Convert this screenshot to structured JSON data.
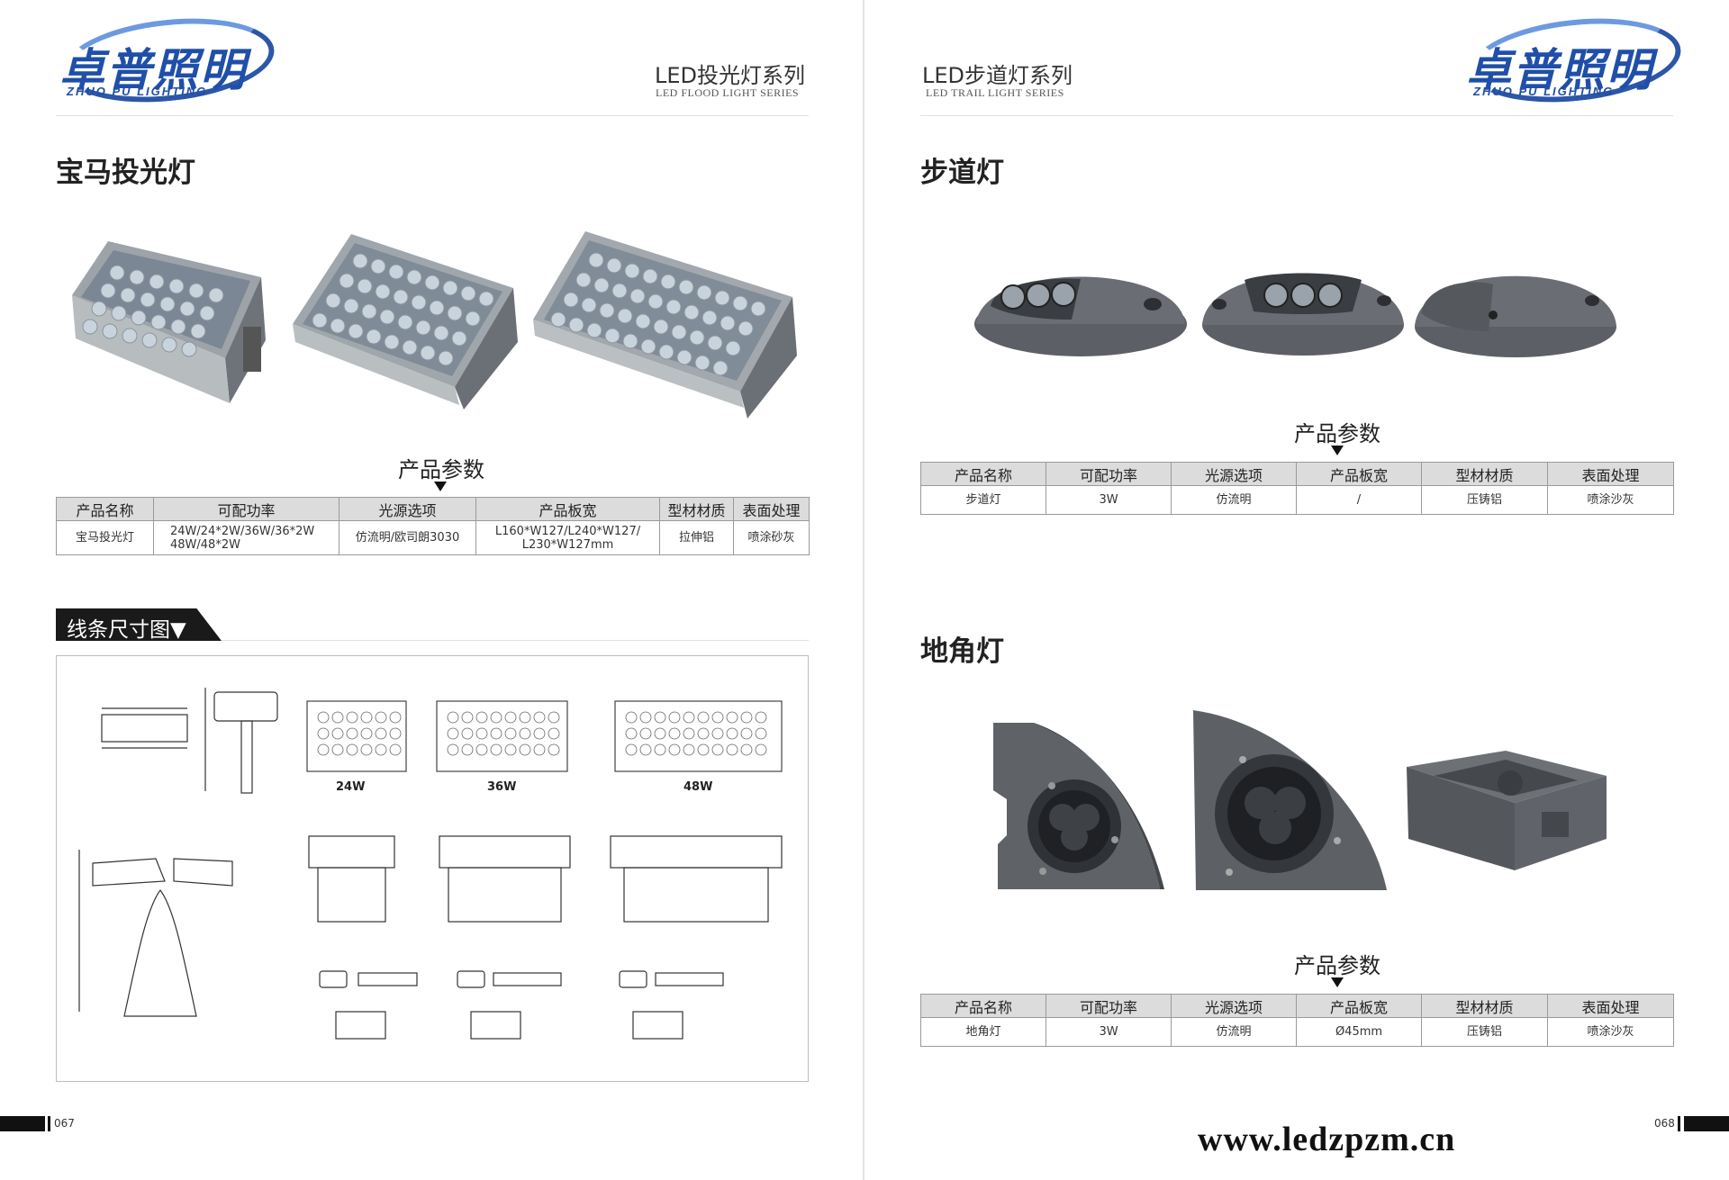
{
  "brand": {
    "name_cn": "卓普照明",
    "name_en": "ZHUO PU LIGHTING"
  },
  "left_page": {
    "series_cn": "LED投光灯系列",
    "series_en": "LED FLOOD LIGHT SERIES",
    "section_title": "宝马投光灯",
    "params_title": "产品参数",
    "table": {
      "headers": [
        "产品名称",
        "可配功率",
        "光源选项",
        "产品板宽",
        "型材材质",
        "表面处理"
      ],
      "row": [
        "宝马投光灯",
        "24W/24*2W/36W/36*2W 48W/48*2W",
        "仿流明/欧司朗3030",
        "L160*W127/L240*W127/ L230*W127mm",
        "拉伸铝",
        "喷涂砂灰"
      ]
    },
    "dimension_title": "线条尺寸图▼",
    "dim_labels": [
      "24W",
      "36W",
      "48W"
    ],
    "page_number": "067"
  },
  "right_page": {
    "series_cn": "LED步道灯系列",
    "series_en": "LED TRAIL LIGHT SERIES",
    "section1_title": "步道灯",
    "section2_title": "地角灯",
    "params_title": "产品参数",
    "table1": {
      "headers": [
        "产品名称",
        "可配功率",
        "光源选项",
        "产品板宽",
        "型材材质",
        "表面处理"
      ],
      "row": [
        "步道灯",
        "3W",
        "仿流明",
        "/",
        "压铸铝",
        "喷涂沙灰"
      ]
    },
    "table2": {
      "headers": [
        "产品名称",
        "可配功率",
        "光源选项",
        "产品板宽",
        "型材材质",
        "表面处理"
      ],
      "row": [
        "地角灯",
        "3W",
        "仿流明",
        "Ø45mm",
        "压铸铝",
        "喷涂沙灰"
      ]
    },
    "page_number": "068",
    "website": "www.ledzpzm.cn"
  },
  "colors": {
    "brand_blue": "#1f4fa8",
    "table_header": "#dcdcdc",
    "footer_bar": "#111111"
  }
}
